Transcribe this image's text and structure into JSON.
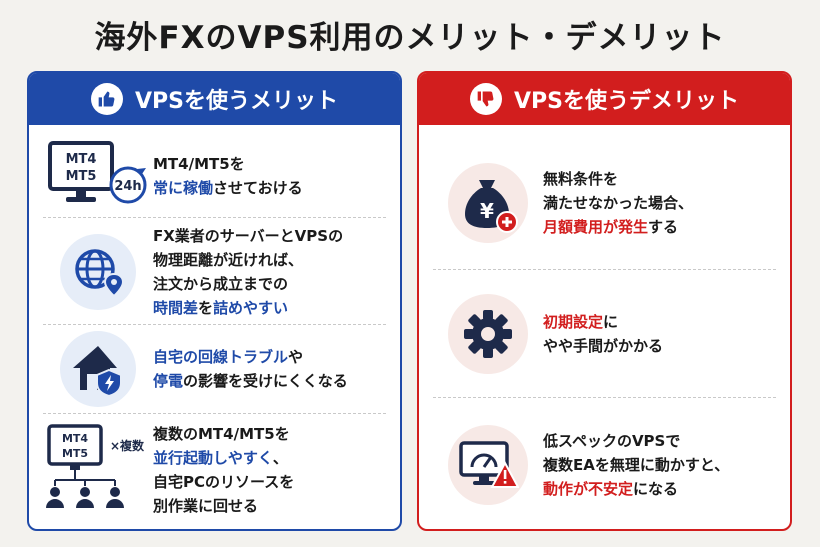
{
  "title": "海外FXのVPS利用のメリット・デメリット",
  "colors": {
    "merit": "#1f4aa8",
    "demerit": "#d21e1e"
  },
  "merit": {
    "header": "VPSを使うメリット",
    "header_icon": "thumbs-up-icon",
    "items": [
      {
        "icon": "monitor-24h-icon",
        "icon_text": {
          "line1": "MT4",
          "line2": "MT5",
          "badge": "24h"
        },
        "lines": [
          [
            {
              "t": "MT4/MT5を",
              "h": false
            }
          ],
          [
            {
              "t": "常に稼働",
              "h": true
            },
            {
              "t": "させておける",
              "h": false
            }
          ]
        ]
      },
      {
        "icon": "globe-pin-icon",
        "lines": [
          [
            {
              "t": "FX業者のサーバーとVPSの",
              "h": false
            }
          ],
          [
            {
              "t": "物理距離が近ければ、",
              "h": false
            }
          ],
          [
            {
              "t": "注文から成立までの",
              "h": false
            }
          ],
          [
            {
              "t": "時間差",
              "h": true
            },
            {
              "t": "を",
              "h": false
            },
            {
              "t": "詰めやすい",
              "h": true
            }
          ]
        ]
      },
      {
        "icon": "house-bolt-icon",
        "lines": [
          [
            {
              "t": "自宅の回線トラブル",
              "h": true
            },
            {
              "t": "や",
              "h": false
            }
          ],
          [
            {
              "t": "停電",
              "h": true
            },
            {
              "t": "の影響を受けにくくなる",
              "h": false
            }
          ]
        ]
      },
      {
        "icon": "multi-mt-icon",
        "icon_text": {
          "line1": "MT4",
          "line2": "MT5",
          "badge": "×複数"
        },
        "lines": [
          [
            {
              "t": "複数のMT4/MT5を",
              "h": false
            }
          ],
          [
            {
              "t": "並行起動しやすく",
              "h": true
            },
            {
              "t": "、",
              "h": false
            }
          ],
          [
            {
              "t": "自宅PCのリソースを",
              "h": false
            }
          ],
          [
            {
              "t": "別作業に回せる",
              "h": false
            }
          ]
        ]
      }
    ]
  },
  "demerit": {
    "header": "VPSを使うデメリット",
    "header_icon": "thumbs-down-icon",
    "items": [
      {
        "icon": "yen-bag-plus-icon",
        "icon_text": {
          "symbol": "¥"
        },
        "lines": [
          [
            {
              "t": "無料条件を",
              "h": false
            }
          ],
          [
            {
              "t": "満たせなかった場合、",
              "h": false
            }
          ],
          [
            {
              "t": "月額費用が発生",
              "h": true
            },
            {
              "t": "する",
              "h": false
            }
          ]
        ]
      },
      {
        "icon": "gear-icon",
        "lines": [
          [
            {
              "t": "初期設定",
              "h": true
            },
            {
              "t": "に",
              "h": false
            }
          ],
          [
            {
              "t": "やや手間がかかる",
              "h": false
            }
          ]
        ]
      },
      {
        "icon": "monitor-warning-icon",
        "lines": [
          [
            {
              "t": "低スペックのVPSで",
              "h": false
            }
          ],
          [
            {
              "t": "複数EAを無理に動かすと、",
              "h": false
            }
          ],
          [
            {
              "t": "動作が不安定",
              "h": true
            },
            {
              "t": "になる",
              "h": false
            }
          ]
        ]
      }
    ]
  }
}
